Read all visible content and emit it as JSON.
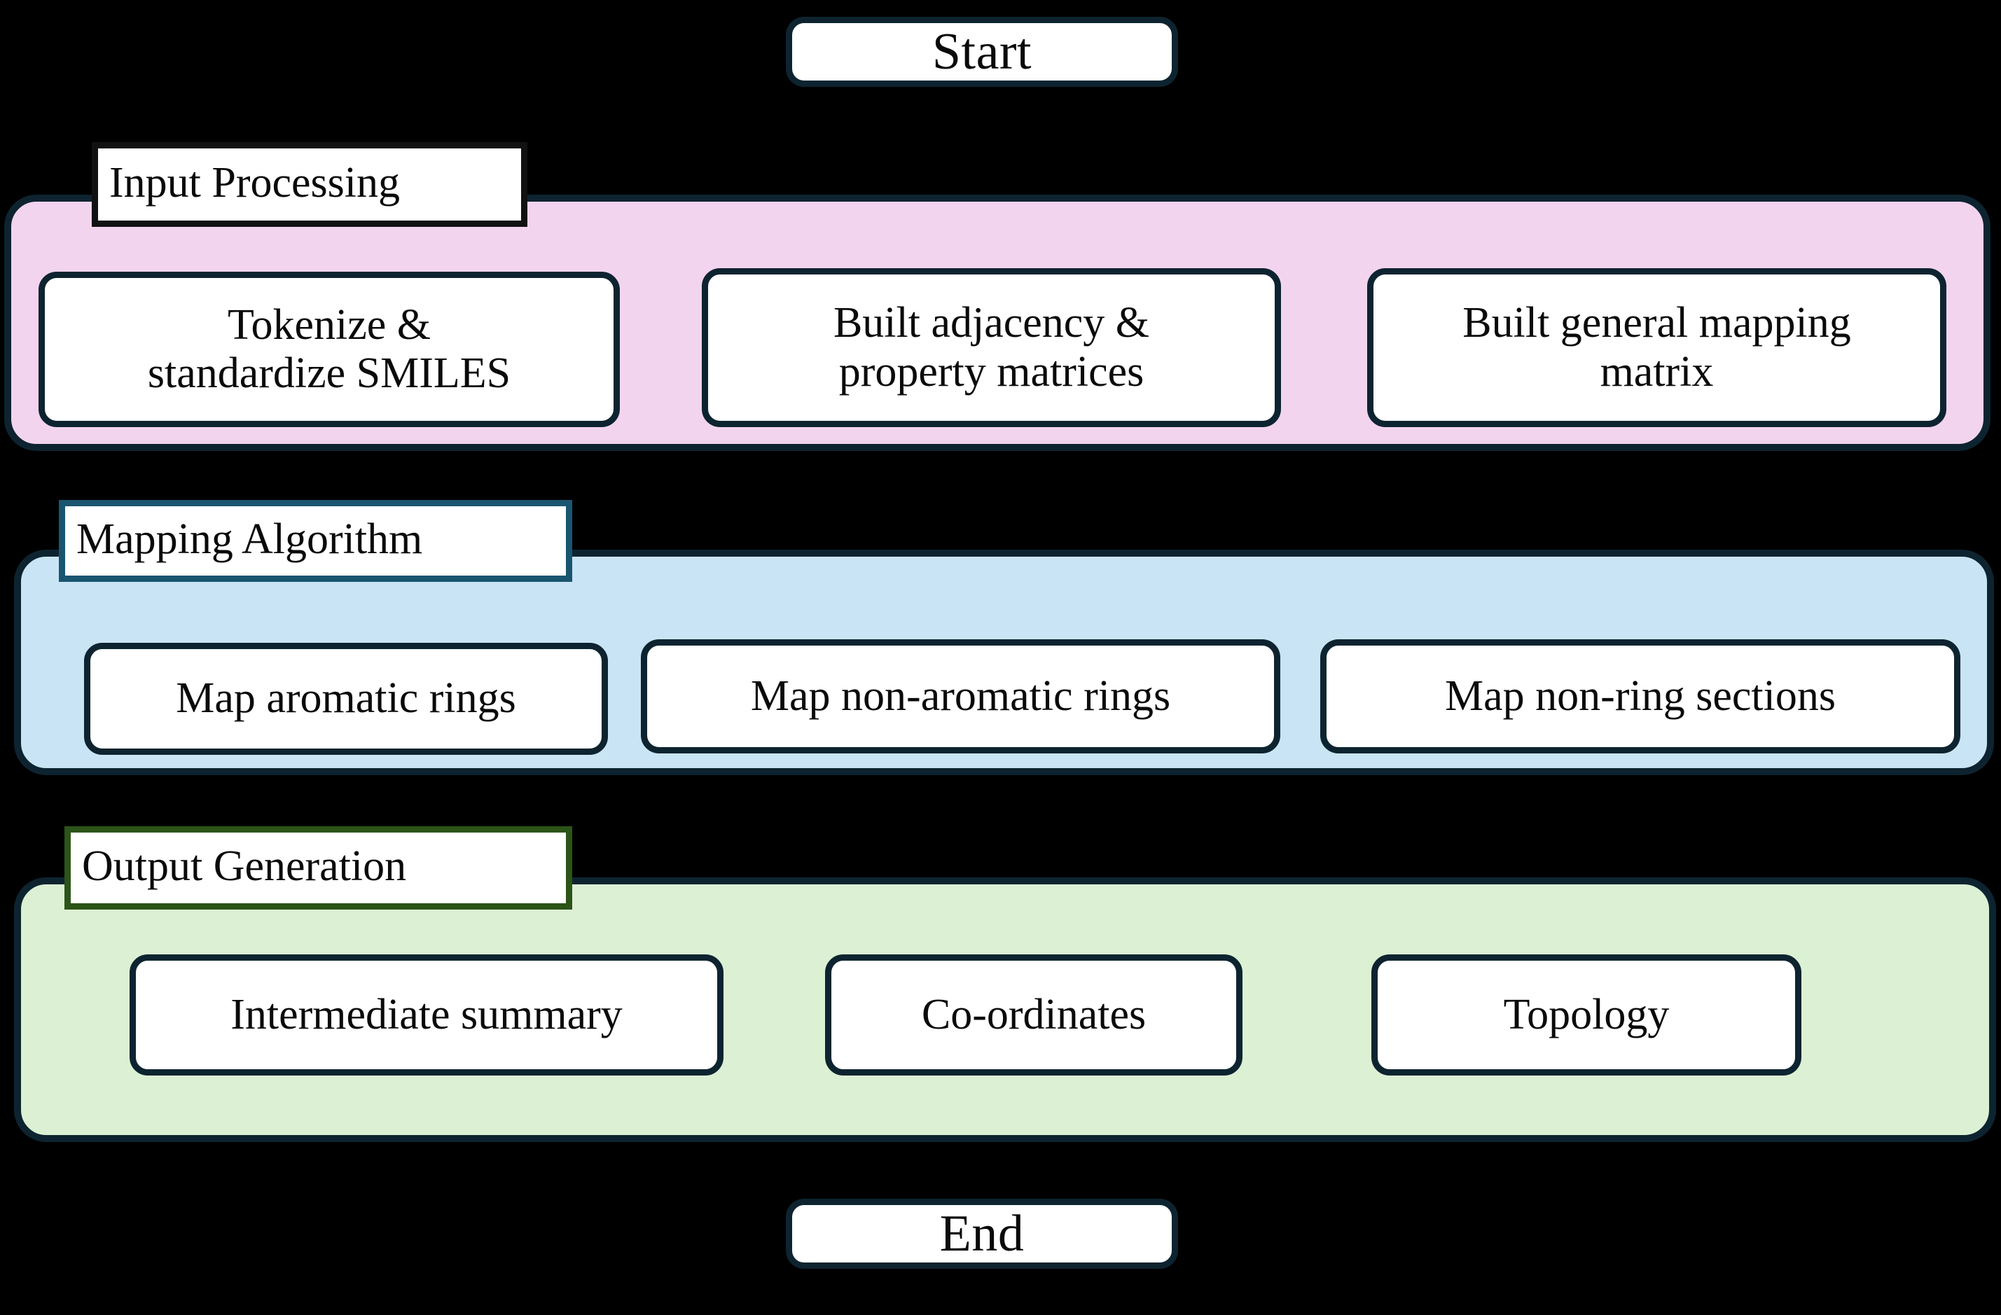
{
  "diagram": {
    "title": "SMILES mapping pipeline flowchart",
    "background_color": "#000000",
    "node_border_color": "#0d2430",
    "node_fill_color": "#ffffff"
  },
  "start": {
    "label": "Start"
  },
  "end": {
    "label": "End"
  },
  "groups": [
    {
      "id": "input-processing",
      "title": "Input Processing",
      "fill_color": "#f3d4ee",
      "title_border_color": "#111111",
      "steps": [
        {
          "label": "Tokenize &\nstandardize SMILES"
        },
        {
          "label": "Built adjacency &\nproperty matrices"
        },
        {
          "label": "Built general mapping\nmatrix"
        }
      ]
    },
    {
      "id": "mapping-algorithm",
      "title": "Mapping Algorithm",
      "fill_color": "#c9e5f5",
      "title_border_color": "#1a5570",
      "steps": [
        {
          "label": "Map aromatic rings"
        },
        {
          "label": "Map non-aromatic rings"
        },
        {
          "label": "Map non-ring sections"
        }
      ]
    },
    {
      "id": "output-generation",
      "title": "Output Generation",
      "fill_color": "#dcf0d4",
      "title_border_color": "#2c5418",
      "steps": [
        {
          "label": "Intermediate summary"
        },
        {
          "label": "Co-ordinates"
        },
        {
          "label": "Topology"
        }
      ]
    }
  ]
}
